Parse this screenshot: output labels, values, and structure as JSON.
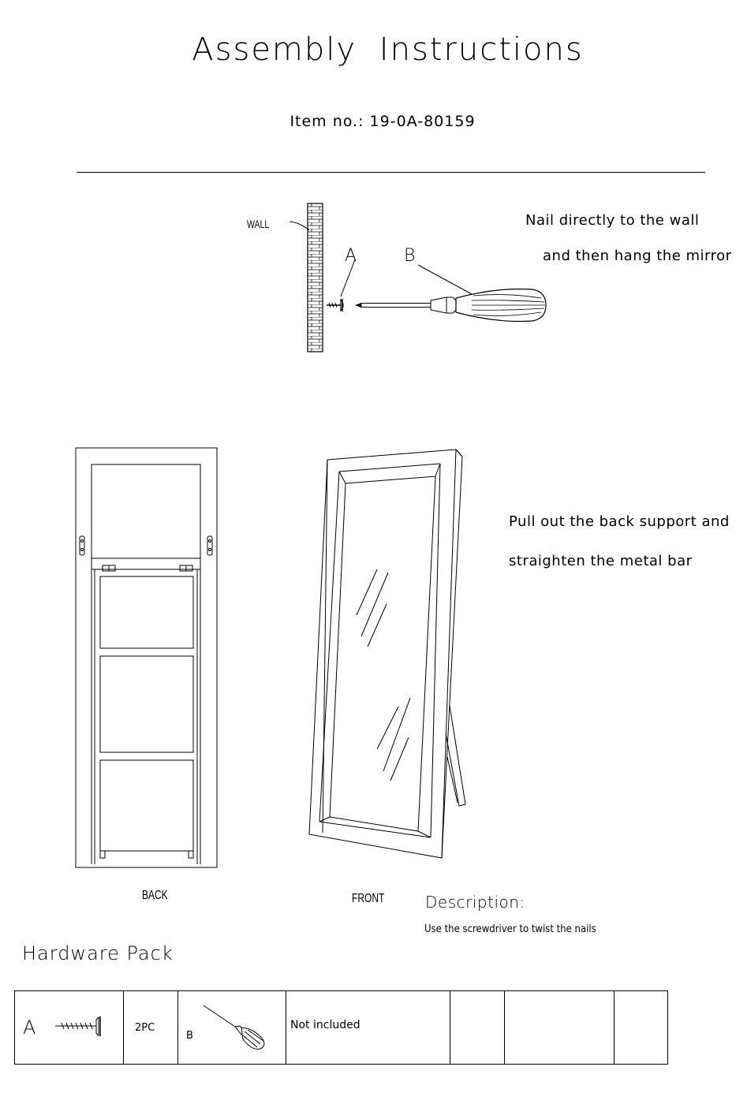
{
  "header": {
    "title": "Assembly Instructions",
    "item_no": "Item no.: 19-0A-80159"
  },
  "step1": {
    "wall_label": "WALL",
    "label_a": "A",
    "label_b": "B",
    "instruction_line1": "Nail directly to the wall",
    "instruction_line2": "and then hang the mirror"
  },
  "step2": {
    "instruction_line1": "Pull out the back support and",
    "instruction_line2": "straighten the metal bar",
    "back_label": "BACK",
    "front_label": "FRONT"
  },
  "description": {
    "heading": "Description:",
    "text": "Use the screwdriver to twist the nails"
  },
  "hardware": {
    "heading": "Hardware Pack",
    "items": [
      {
        "letter": "A",
        "icon": "screw-icon",
        "qty": "2PC"
      },
      {
        "letter": "B",
        "icon": "screwdriver-icon",
        "note": "Not included"
      }
    ]
  }
}
